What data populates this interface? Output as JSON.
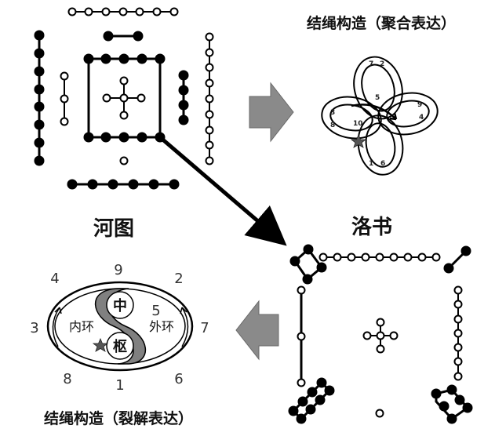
{
  "hetu": {
    "label": "河图"
  },
  "luoshu": {
    "label": "洛书"
  },
  "aggregate": {
    "title": "结绳构造（聚合表达）",
    "numbers": [
      "7",
      "2",
      "5",
      "9",
      "4",
      "3",
      "8",
      "10",
      "1",
      "6"
    ]
  },
  "split": {
    "title": "结绳构造（裂解表达）",
    "numbers": [
      "9",
      "4",
      "2",
      "3",
      "7",
      "8",
      "1",
      "6",
      "5"
    ],
    "center_top": "中",
    "center_bottom": "枢",
    "inner_ring": "内环",
    "outer_ring": "外环"
  },
  "colors": {
    "arrow_gray": "#8a8a8a",
    "ring_gray": "#808080",
    "ink": "#000000"
  }
}
